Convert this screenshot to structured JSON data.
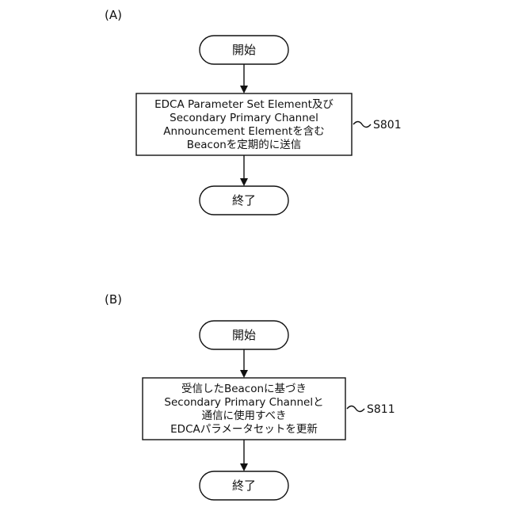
{
  "diagram": {
    "panel_a": {
      "label": "(A)",
      "start": "開始",
      "process": {
        "lines": [
          "EDCA Parameter Set Element及び",
          "Secondary Primary Channel",
          "Announcement Elementを含む",
          "Beaconを定期的に送信"
        ]
      },
      "step_id": "S801",
      "end": "終了"
    },
    "panel_b": {
      "label": "(B)",
      "start": "開始",
      "process": {
        "lines": [
          "受信したBeaconに基づき",
          "Secondary Primary Channelと",
          "通信に使用すべき",
          "EDCAパラメータセットを更新"
        ]
      },
      "step_id": "S811",
      "end": "終了"
    }
  }
}
